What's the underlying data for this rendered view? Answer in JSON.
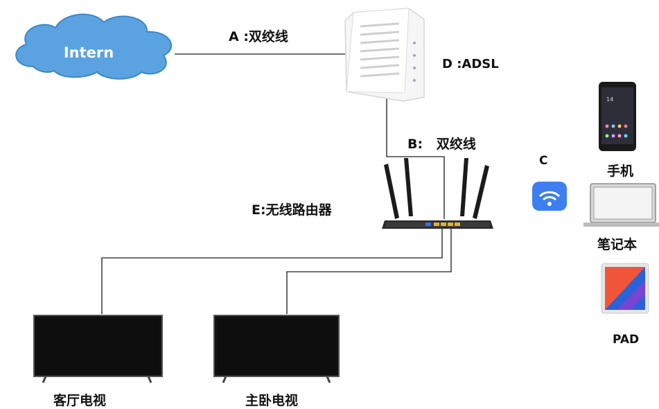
{
  "cloud": {
    "label": "Intern"
  },
  "links": {
    "a_label": "A :双绞线",
    "b_label": "B:   双绞线",
    "c_label": "C"
  },
  "devices": {
    "adsl_label": "D :ADSL",
    "router_label": "E:无线路由器",
    "tv_living_label": "客厅电视",
    "tv_bedroom_label": "主卧电视",
    "phone_label": "手机",
    "laptop_label": "笔记本",
    "pad_label": "PAD"
  },
  "colors": {
    "cloud_fill": "#5ba3e0",
    "cloud_stroke": "#3e86c8",
    "line": "#444444",
    "wifi_badge": "#3d7ff0",
    "tv_screen": "#111111",
    "pad_orange": "#f0553a",
    "pad_blue": "#2c62d8"
  }
}
